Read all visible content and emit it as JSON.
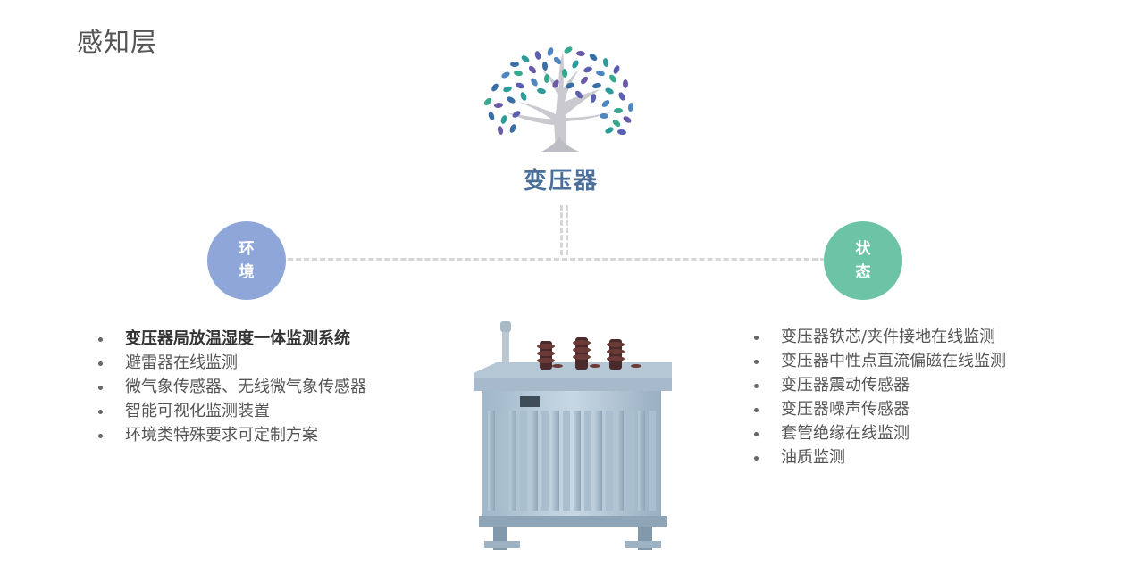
{
  "page": {
    "title": "感知层"
  },
  "center": {
    "label": "变压器"
  },
  "left": {
    "circle_line1": "环",
    "circle_line2": "境",
    "items": [
      "变压器局放温湿度一体监测系统",
      "避雷器在线监测",
      "微气象传感器、无线微气象传感器",
      "智能可视化监测装置",
      "环境类特殊要求可定制方案"
    ]
  },
  "right": {
    "circle_line1": "状",
    "circle_line2": "态",
    "items": [
      "变压器铁芯/夹件接地在线监测",
      "变压器中性点直流偏磁在线监测",
      "变压器震动传感器",
      "变压器噪声传感器",
      "套管绝缘在线监测",
      "油质监测"
    ]
  },
  "colors": {
    "left_circle": "#8ea7d8",
    "right_circle": "#6cc3a6",
    "center_label": "#4a6f9b",
    "connector": "#d6d6d6"
  },
  "icons": {
    "tree": "tree-logo-icon",
    "transformer": "transformer-image"
  }
}
